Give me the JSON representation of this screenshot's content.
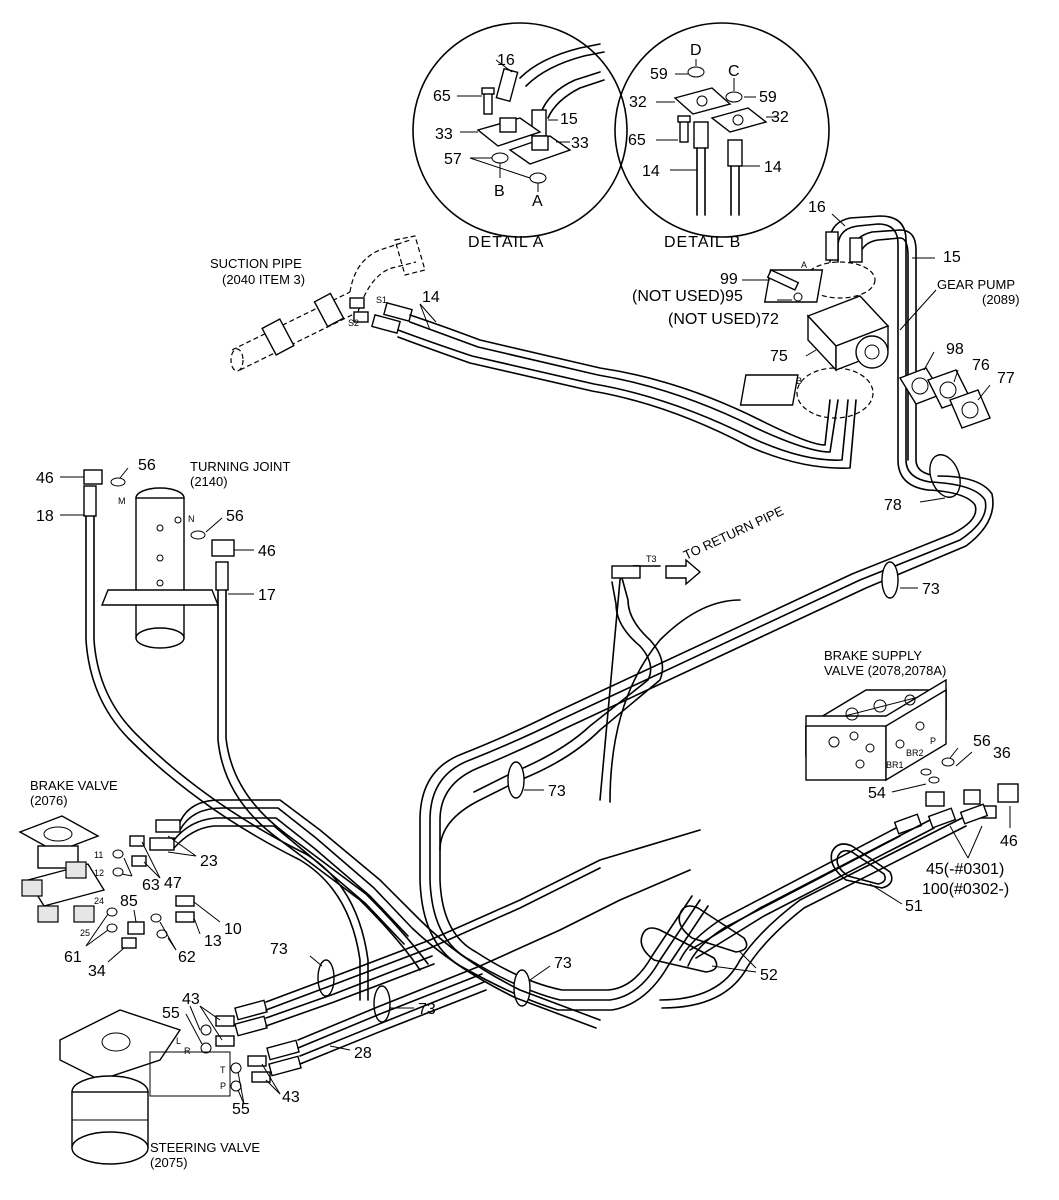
{
  "details": {
    "a": {
      "title": "DETAIL  A",
      "labels": [
        "16",
        "65",
        "15",
        "33",
        "33",
        "57",
        "B",
        "A"
      ]
    },
    "b": {
      "title": "DETAIL  B",
      "labels": [
        "D",
        "59",
        "C",
        "59",
        "32",
        "32",
        "65",
        "14",
        "14"
      ]
    }
  },
  "components": {
    "suction_pipe": "SUCTION PIPE",
    "suction_pipe_ref": "(2040 ITEM 3)",
    "gear_pump": "GEAR PUMP",
    "gear_pump_ref": "(2089)",
    "turning_joint": "TURNING JOINT",
    "turning_joint_ref": "(2140)",
    "brake_valve": "BRAKE VALVE",
    "brake_valve_ref": "(2076)",
    "brake_supply_valve": "BRAKE SUPPLY",
    "brake_supply_valve_ref": "VALVE (2078,2078A)",
    "steering_valve": "STEERING VALVE",
    "steering_valve_ref": "(2075)",
    "return_pipe": "TO RETURN PIPE",
    "not_used_95": "(NOT USED)95",
    "not_used_72": "(NOT USED)72"
  },
  "ports": {
    "s1": "S1",
    "s2": "S2",
    "t3": "T3",
    "m": "M",
    "n": "N",
    "l": "L",
    "r": "R",
    "t": "T",
    "p": "P",
    "br1": "BR1",
    "br2": "BR2",
    "p_supply": "P",
    "a": "A",
    "b": "B",
    "bv11": "11",
    "bv12": "12",
    "bv24": "24",
    "bv25": "25"
  },
  "callouts": {
    "c14": "14",
    "c16": "16",
    "c15": "15",
    "c99": "99",
    "c75": "75",
    "c98": "98",
    "c76": "76",
    "c77": "77",
    "c78": "78",
    "c46a": "46",
    "c56a": "56",
    "c18": "18",
    "c56b": "56",
    "c46b": "46",
    "c17": "17",
    "c73a": "73",
    "c73b": "73",
    "c73c": "73",
    "c73d": "73",
    "c73e": "73",
    "c56c": "56",
    "c36": "36",
    "c54": "54",
    "c46c": "46",
    "c45": "45(-#0301)",
    "c100": "100(#0302-)",
    "c51": "51",
    "c52": "52",
    "c23": "23",
    "c63": "63",
    "c47": "47",
    "c85": "85",
    "c10": "10",
    "c13": "13",
    "c61": "61",
    "c62": "62",
    "c34": "34",
    "c43a": "43",
    "c55a": "55",
    "c28": "28",
    "c55b": "55",
    "c43b": "43"
  }
}
